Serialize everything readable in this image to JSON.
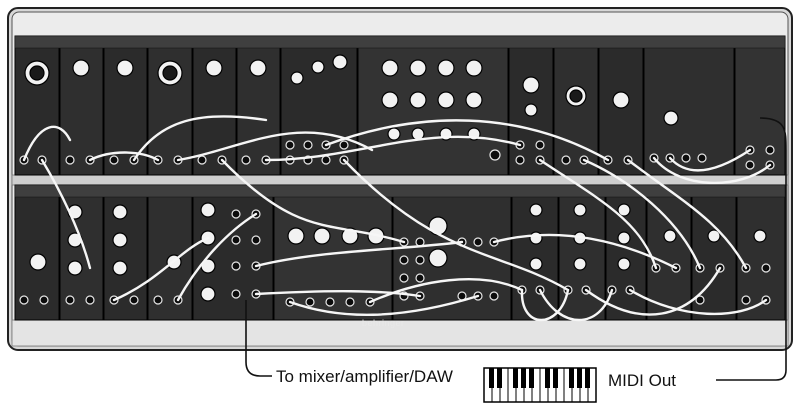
{
  "brand": "behringer",
  "labels": {
    "mixer_out": "To mixer/amplifier/DAW",
    "midi_out": "MIDI Out"
  },
  "colors": {
    "case": "#e2e2e2",
    "panel": "#2a2a2a",
    "panel_alt": "#3a3a3a",
    "cable": "#f4f4f4",
    "text": "#111111"
  }
}
